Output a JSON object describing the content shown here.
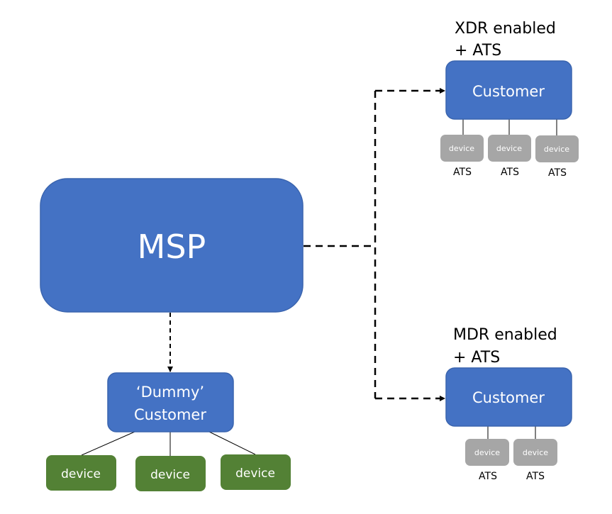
{
  "msp": {
    "label": "MSP"
  },
  "xdr_group": {
    "caption_line1": "XDR enabled",
    "caption_line2": "+ ATS",
    "customer_label": "Customer",
    "devices": [
      {
        "label": "device",
        "sublabel": "ATS"
      },
      {
        "label": "device",
        "sublabel": "ATS"
      },
      {
        "label": "device",
        "sublabel": "ATS"
      }
    ]
  },
  "mdr_group": {
    "caption_line1": "MDR enabled",
    "caption_line2": "+ ATS",
    "customer_label": "Customer",
    "devices": [
      {
        "label": "device",
        "sublabel": "ATS"
      },
      {
        "label": "device",
        "sublabel": "ATS"
      }
    ]
  },
  "dummy_group": {
    "customer_line1": "‘Dummy’",
    "customer_line2": "Customer",
    "devices": [
      {
        "label": "device"
      },
      {
        "label": "device"
      },
      {
        "label": "device"
      }
    ]
  },
  "colors": {
    "blue_box": "#4472c4",
    "blue_border": "#3a64ae",
    "grey_device": "#a6a6a6",
    "green_device": "#538135",
    "line": "#000000"
  }
}
